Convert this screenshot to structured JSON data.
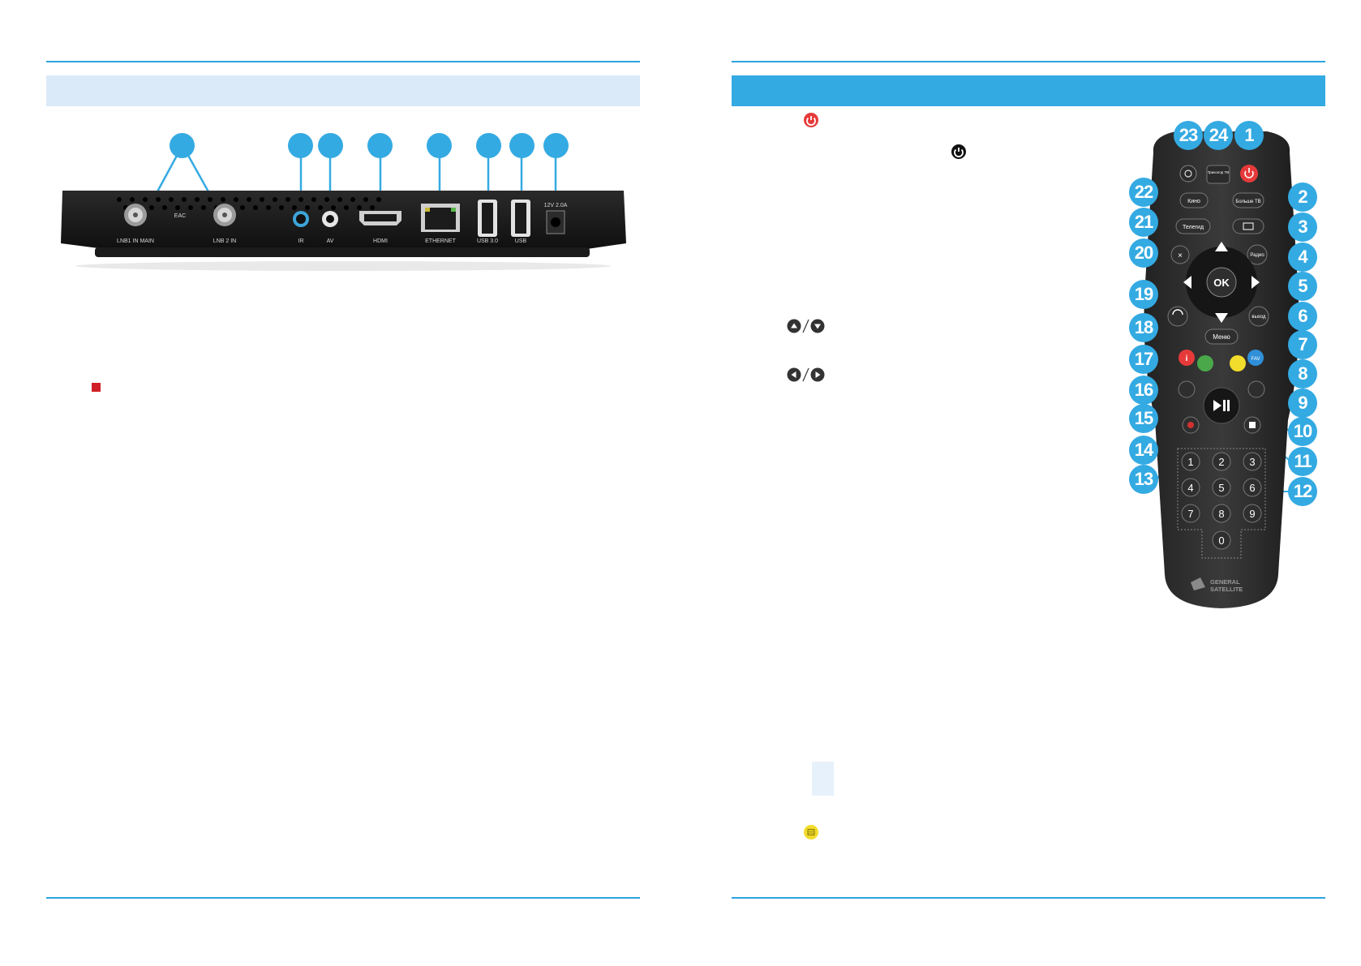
{
  "back_panel": {
    "ports": [
      {
        "name": "lnb1",
        "label": "LNB1 IN MAIN"
      },
      {
        "name": "lnb2",
        "label": "LNB 2 IN"
      },
      {
        "name": "ir",
        "label": "IR"
      },
      {
        "name": "av",
        "label": "AV"
      },
      {
        "name": "hdmi",
        "label": "HDMI"
      },
      {
        "name": "ethernet",
        "label": "ETHERNET"
      },
      {
        "name": "usb3",
        "label": "USB 3.0"
      },
      {
        "name": "usb",
        "label": "USB"
      },
      {
        "name": "power",
        "label": "12V 2.0A"
      }
    ],
    "cert_mark": "EAC"
  },
  "remote": {
    "buttons": {
      "trikolor_tv": "Триколор ТВ",
      "kino": "Кино",
      "bolshe_tv": "Больше ТВ",
      "telegid": "Телегид",
      "radio": "Радио",
      "ok": "OK",
      "exit": "выход",
      "menu": "Меню",
      "fav": "FAV",
      "brand_line1": "GENERAL",
      "brand_line2": "SATELLITE",
      "digits": [
        "1",
        "2",
        "3",
        "4",
        "5",
        "6",
        "7",
        "8",
        "9",
        "0"
      ]
    },
    "callout_numbers": [
      "1",
      "2",
      "3",
      "4",
      "5",
      "6",
      "7",
      "8",
      "9",
      "10",
      "11",
      "12",
      "13",
      "14",
      "15",
      "16",
      "17",
      "18",
      "19",
      "20",
      "21",
      "22",
      "23",
      "24"
    ]
  },
  "colors": {
    "accent": "#34aae2",
    "band_light": "#dbeaf8",
    "power_red": "#e63a3a",
    "marker_red": "#d11f26",
    "yellow_key": "#f2dc2c"
  }
}
